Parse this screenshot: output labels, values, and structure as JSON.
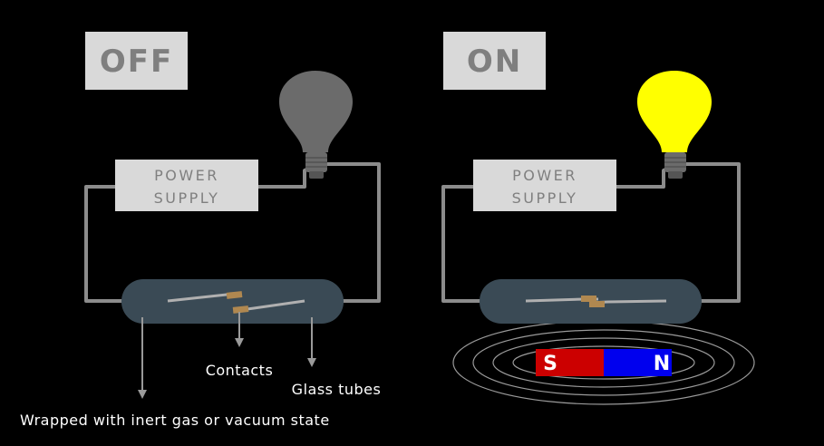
{
  "off_panel": {
    "state_label": "OFF",
    "power_supply": {
      "line1": "POWER",
      "line2": "SUPPLY"
    },
    "bulb_color": "#6b6b6b"
  },
  "on_panel": {
    "state_label": "ON",
    "power_supply": {
      "line1": "POWER",
      "line2": "SUPPLY"
    },
    "bulb_color": "#ffff00",
    "magnet": {
      "south_label": "S",
      "north_label": "N",
      "south_color": "#cc0000",
      "north_color": "#0000ee"
    }
  },
  "annotations": {
    "contacts": "Contacts",
    "glass_tubes": "Glass tubes",
    "gas_note": "Wrapped with inert gas or vacuum state"
  },
  "colors": {
    "background": "#000000",
    "wire": "#8c8c8c",
    "label_box": "#d9d9d9",
    "label_text": "#7f7f7f",
    "glass_tube": "#3a4a55",
    "contact": "#b08850",
    "field_lines": "#9a9a9a"
  }
}
